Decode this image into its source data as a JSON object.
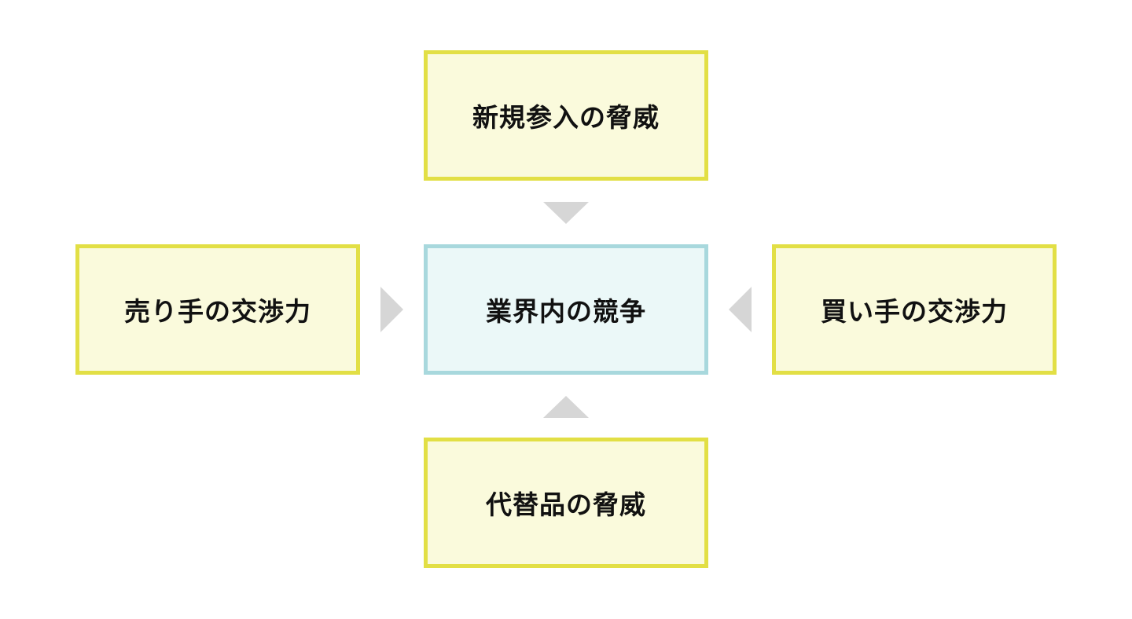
{
  "diagram": {
    "top": {
      "label": "新規参入の脅威"
    },
    "left": {
      "label": "売り手の交渉力"
    },
    "center": {
      "label": "業界内の競争"
    },
    "right": {
      "label": "買い手の交渉力"
    },
    "bottom": {
      "label": "代替品の脅威"
    }
  },
  "colors": {
    "outer_border": "#e2df45",
    "outer_fill": "#fafadc",
    "center_border": "#a8d8dd",
    "center_fill": "#ebf8f8",
    "arrow": "#d6d6d6"
  }
}
